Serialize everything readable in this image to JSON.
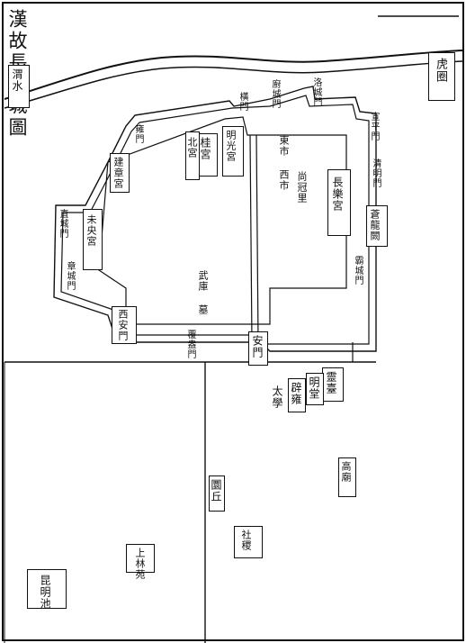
{
  "map": {
    "title": "漢故長安城圖",
    "river_wei": "渭水",
    "tiger_circle": "虎圈",
    "kunming_pond": "昆明池",
    "shanglin_park": "上林苑",
    "palaces": {
      "weiyang": "未央宮",
      "changle": "長樂宮",
      "guigong": "桂宮",
      "beigong": "北宮",
      "mingguang": "明光宮",
      "jianzhang": "建章宮",
      "canglong": "蒼龍闕"
    },
    "gates": {
      "an_men": "安門",
      "xi_an_men": "西安門",
      "zhang_cheng_men": "章城門",
      "zhi_cheng_men": "直城門",
      "yong_men": "雍門",
      "heng_men": "橫門",
      "chu_cheng_men": "廚城門",
      "luo_cheng_men": "洛城門",
      "xuan_ping_men": "宣平門",
      "qing_ming_men": "清明門",
      "ba_cheng_men": "霸城門",
      "fu_ang_men": "覆盎門"
    },
    "south_suburb": {
      "ling_tai": "靈臺",
      "ming_tang": "明堂",
      "bi_yong": "辟雍",
      "tai_xue": "太學",
      "yuan_qiu": "圜丘",
      "she_ji": "社稷",
      "gao_miao": "高廟"
    },
    "notes": {
      "market": "東市 西市",
      "lane": "尚冠里",
      "tomb": "武庫 墓"
    }
  }
}
